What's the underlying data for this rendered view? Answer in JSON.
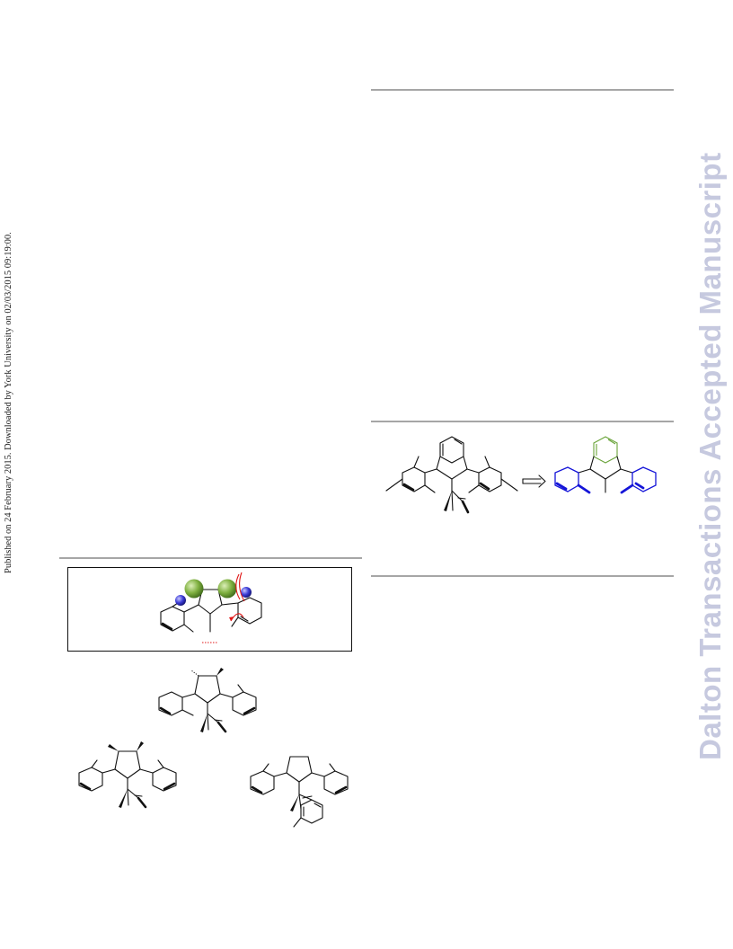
{
  "side_note": "Published on 24 February 2015. Downloaded by York University on 02/03/2015 09:19:00.",
  "watermark": "Dalton Transactions Accepted Manuscript",
  "colors": {
    "rule": "#a6a6a6",
    "watermark": "#c6c9df",
    "green_sphere": "#7fb040",
    "blue_sphere": "#3b3bd6",
    "blue_bonds": "#1414d8",
    "green_bonds": "#6aa43a",
    "steric_arc": "#e01818"
  },
  "figures": [
    {
      "name": "mesityl-nhc-to-tolyl-nhc-scheme",
      "arrow": "implies-arrow"
    },
    {
      "name": "steric-model-box",
      "elements": [
        "green-sphere",
        "green-sphere",
        "blue-sphere",
        "blue-sphere",
        "rotation-arrow"
      ]
    },
    {
      "name": "chiral-nhc-complex-top"
    },
    {
      "name": "chiral-nhc-complex-left"
    },
    {
      "name": "chiral-nhc-complex-right"
    }
  ]
}
